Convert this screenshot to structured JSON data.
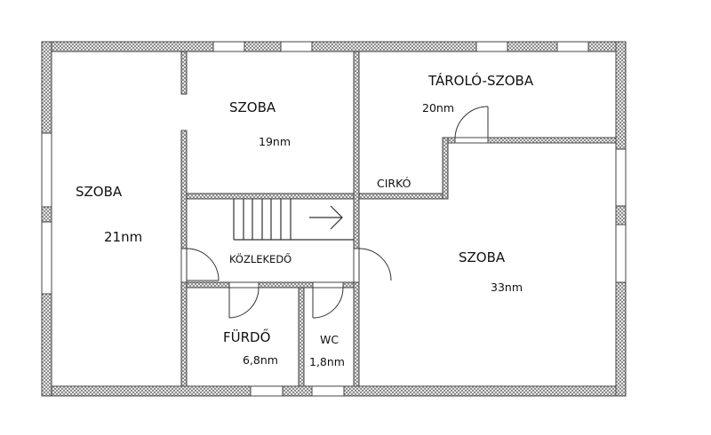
{
  "plan": {
    "rooms": [
      {
        "name": "SZOBA",
        "area": "21nm"
      },
      {
        "name": "SZOBA",
        "area": "19nm"
      },
      {
        "name": "TÁROLÓ-SZOBA",
        "area": "20nm"
      },
      {
        "name": "CIRKÓ"
      },
      {
        "name": "KÖZLEKEDŐ"
      },
      {
        "name": "SZOBA",
        "area": "33nm"
      },
      {
        "name": "FÜRDŐ",
        "area": "6,8nm"
      },
      {
        "name": "WC",
        "area": "1,8nm"
      }
    ],
    "colors": {
      "wall_stroke": "#444444",
      "text": "#111111"
    }
  }
}
